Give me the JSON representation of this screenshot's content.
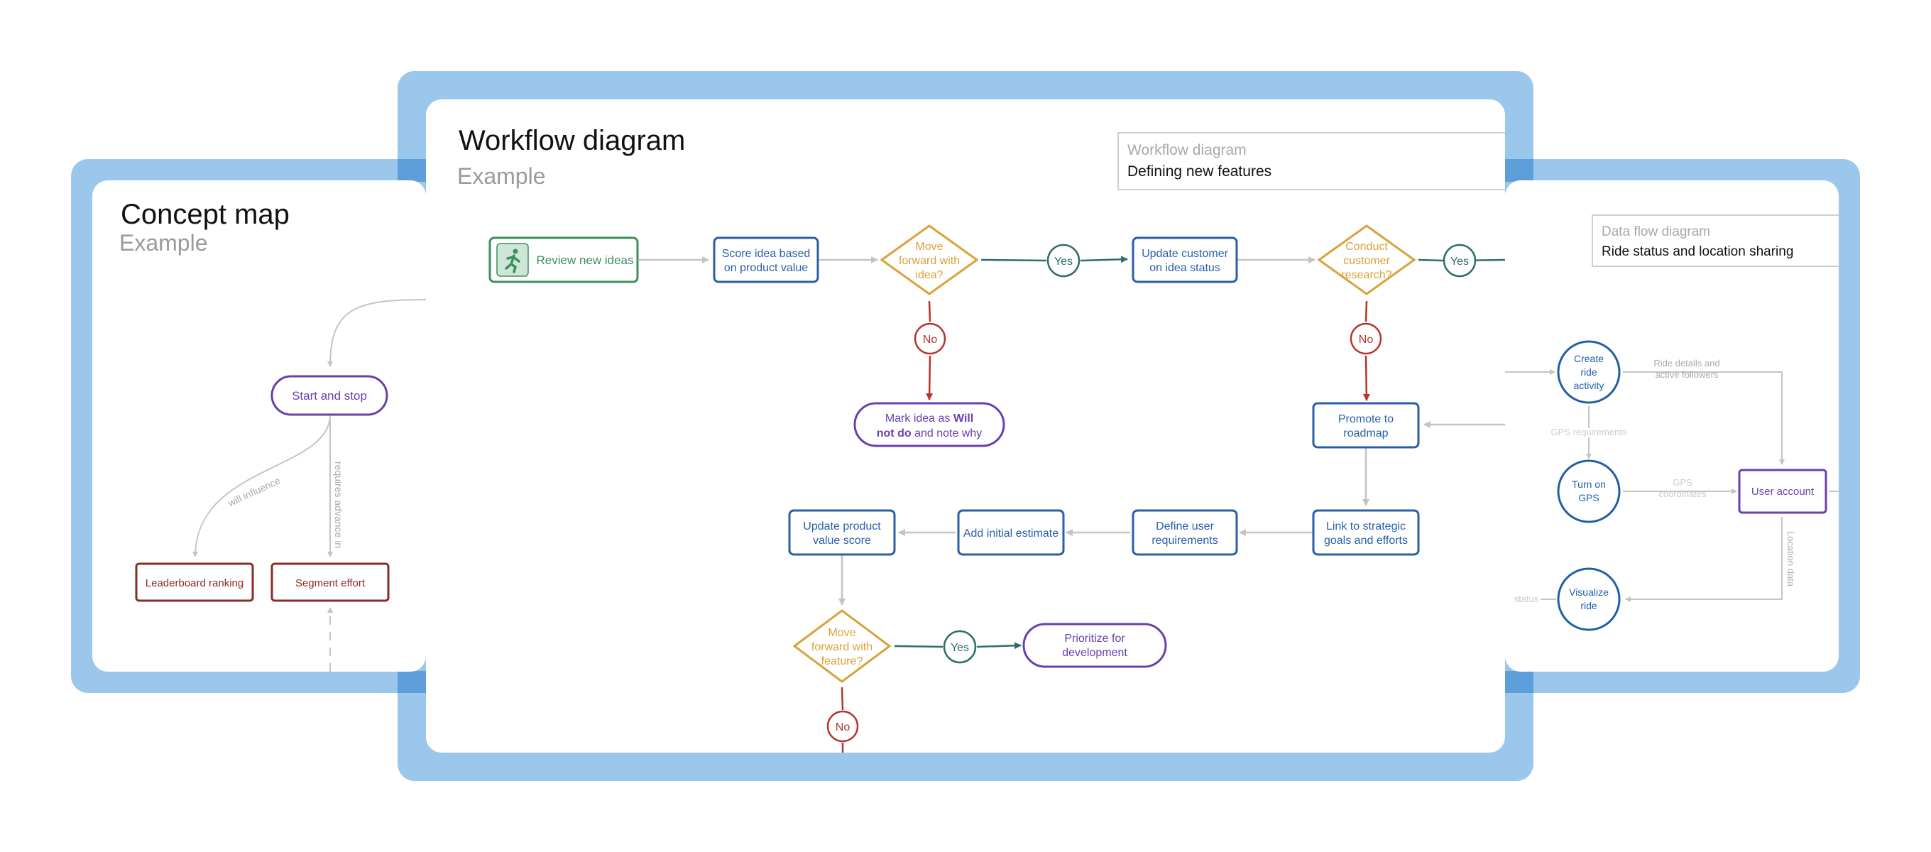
{
  "concept_map": {
    "title": "Concept map",
    "subtitle": "Example",
    "nodes": {
      "start_stop": "Start and stop",
      "leaderboard": "Leaderboard ranking",
      "segment": "Segment effort"
    },
    "edges": {
      "will_influence": "will influence",
      "requires_advance": "requires advance in"
    }
  },
  "workflow": {
    "title": "Workflow diagram",
    "subtitle": "Example",
    "infobox": {
      "label": "Workflow diagram",
      "value": "Defining new features"
    },
    "nodes": {
      "review": "Review new ideas",
      "score": [
        "Score idea based",
        "on product value"
      ],
      "move1": [
        "Move",
        "forward with",
        "idea?"
      ],
      "update_cust": [
        "Update customer",
        "on idea status"
      ],
      "conduct": [
        "Conduct",
        "customer",
        "research?"
      ],
      "mark_pre": "Mark idea as ",
      "mark_bold1": "Will",
      "mark_bold2": "not do",
      "mark_post": " and note why",
      "promote": [
        "Promote to",
        "roadmap"
      ],
      "link_goals": [
        "Link to strategic",
        "goals and efforts"
      ],
      "define_req": [
        "Define user",
        "requirements"
      ],
      "add_est": "Add initial estimate",
      "update_score": [
        "Update product",
        "value score"
      ],
      "move2": [
        "Move",
        "forward with",
        "feature?"
      ],
      "prioritize": [
        "Prioritize for",
        "development"
      ]
    },
    "labels": {
      "yes": "Yes",
      "no": "No"
    }
  },
  "data_flow": {
    "infobox": {
      "label": "Data flow diagram",
      "value": "Ride status and location sharing"
    },
    "nodes": {
      "create": [
        "Create",
        "ride",
        "activity"
      ],
      "gps": [
        "Turn on",
        "GPS"
      ],
      "visualize": [
        "Visualize",
        "ride"
      ],
      "user": "User account"
    },
    "edges": {
      "ride_details": [
        "Ride details and",
        "active followers"
      ],
      "gps_req": "GPS requirements",
      "gps_coord": [
        "GPS",
        "coordinates"
      ],
      "location": "Location data",
      "status": "status"
    }
  },
  "colors": {
    "frame": "#9cc7ec",
    "frame_overlap": "#5e9fdb",
    "process_blue": "#2a5fa8",
    "decision_gold": "#d9a23a",
    "start_green": "#3f8f5a",
    "no_red": "#b5352c",
    "terminal_purple": "#6a3fae",
    "yes_teal": "#2e6e6a",
    "concept_red": "#8c2b22",
    "dataflow_blue": "#1f5fa8",
    "connector_gray": "#c4c4c4"
  }
}
